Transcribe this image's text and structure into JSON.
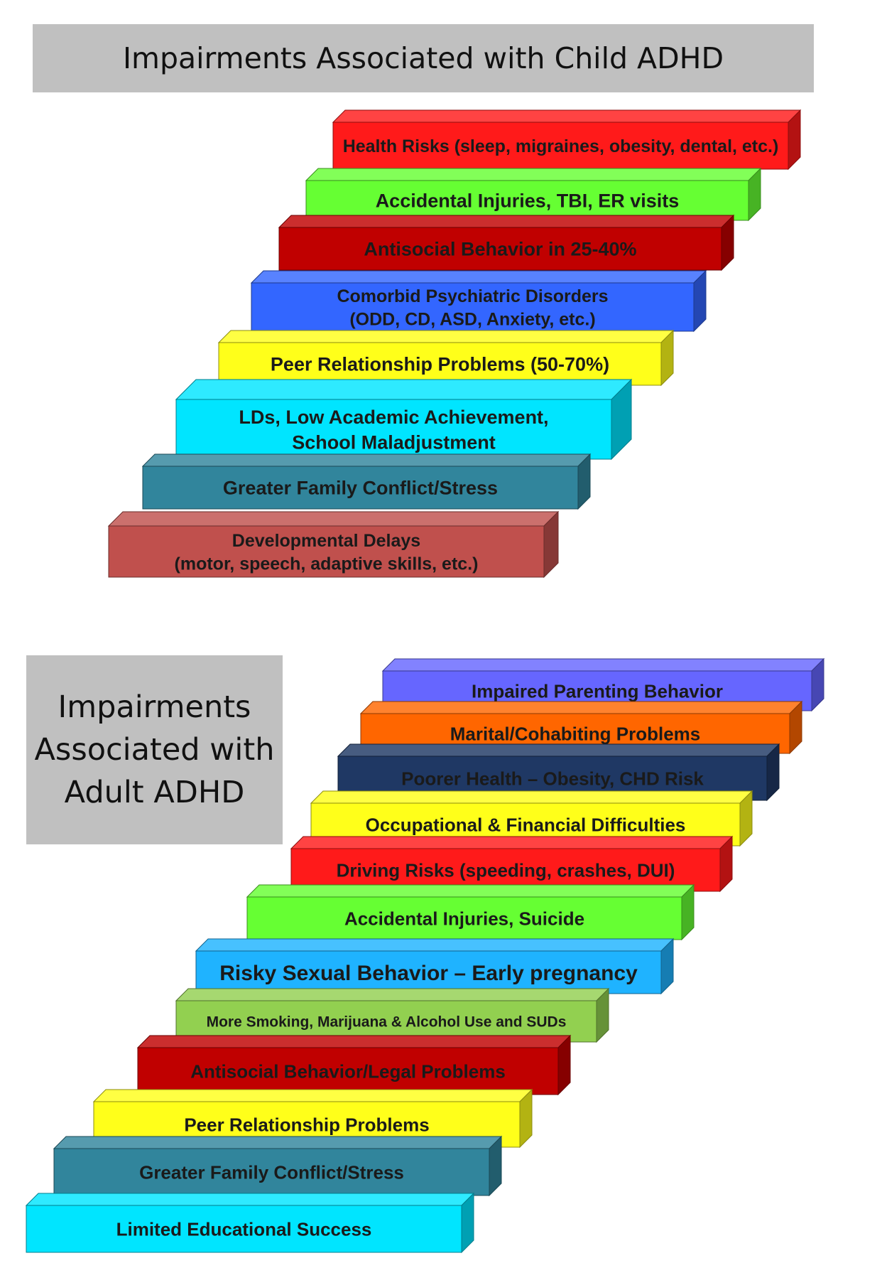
{
  "child": {
    "title": "Impairments Associated with Child ADHD",
    "steps": [
      {
        "lines": [
          "Health Risks (sleep, migraines, obesity, dental, etc.)"
        ],
        "color": "#ff1a1a",
        "text_color": "#1a1a1a"
      },
      {
        "lines": [
          "Accidental Injuries, TBI, ER visits"
        ],
        "color": "#66ff33",
        "text_color": "#1a1a1a"
      },
      {
        "lines": [
          "Antisocial Behavior in 25-40%"
        ],
        "color": "#c00000",
        "text_color": "#1a1a1a"
      },
      {
        "lines": [
          "Comorbid Psychiatric Disorders",
          "(ODD, CD, ASD, Anxiety, etc.)"
        ],
        "color": "#3366ff",
        "text_color": "#1a1a1a"
      },
      {
        "lines": [
          "Peer Relationship Problems (50-70%)"
        ],
        "color": "#ffff1a",
        "text_color": "#1a1a1a"
      },
      {
        "lines": [
          "LDs, Low Academic Achievement,",
          "School Maladjustment"
        ],
        "color": "#00e5ff",
        "text_color": "#1a1a1a"
      },
      {
        "lines": [
          "Greater Family Conflict/Stress"
        ],
        "color": "#31859c",
        "text_color": "#1a1a1a"
      },
      {
        "lines": [
          "Developmental Delays",
          "(motor, speech, adaptive skills, etc.)"
        ],
        "color": "#c0504d",
        "text_color": "#1a1a1a"
      }
    ]
  },
  "adult": {
    "title_lines": [
      "Impairments",
      "Associated with",
      "Adult ADHD"
    ],
    "steps": [
      {
        "lines": [
          "Impaired Parenting Behavior"
        ],
        "color": "#6666ff",
        "text_color": "#1a1a1a"
      },
      {
        "lines": [
          "Marital/Cohabiting Problems"
        ],
        "color": "#ff6600",
        "text_color": "#1a1a1a"
      },
      {
        "lines": [
          "Poorer Health – Obesity, CHD Risk"
        ],
        "color": "#1f3864",
        "text_color": "#1a1a1a"
      },
      {
        "lines": [
          "Occupational & Financial Difficulties"
        ],
        "color": "#ffff1a",
        "text_color": "#1a1a1a"
      },
      {
        "lines": [
          "Driving Risks (speeding, crashes, DUI)"
        ],
        "color": "#ff1a1a",
        "text_color": "#1a1a1a"
      },
      {
        "lines": [
          "Accidental Injuries, Suicide"
        ],
        "color": "#66ff33",
        "text_color": "#1a1a1a"
      },
      {
        "lines": [
          "Risky Sexual Behavior – Early pregnancy"
        ],
        "color": "#1fb3ff",
        "text_color": "#1a1a1a"
      },
      {
        "lines": [
          "More Smoking, Marijuana & Alcohol Use and SUDs"
        ],
        "color": "#92d050",
        "text_color": "#1a1a1a"
      },
      {
        "lines": [
          "Antisocial Behavior/Legal Problems"
        ],
        "color": "#c00000",
        "text_color": "#1a1a1a"
      },
      {
        "lines": [
          "Peer Relationship Problems"
        ],
        "color": "#ffff1a",
        "text_color": "#1a1a1a"
      },
      {
        "lines": [
          "Greater Family Conflict/Stress"
        ],
        "color": "#31859c",
        "text_color": "#1a1a1a"
      },
      {
        "lines": [
          "Limited Educational Success"
        ],
        "color": "#00e5ff",
        "text_color": "#1a1a1a"
      }
    ]
  }
}
